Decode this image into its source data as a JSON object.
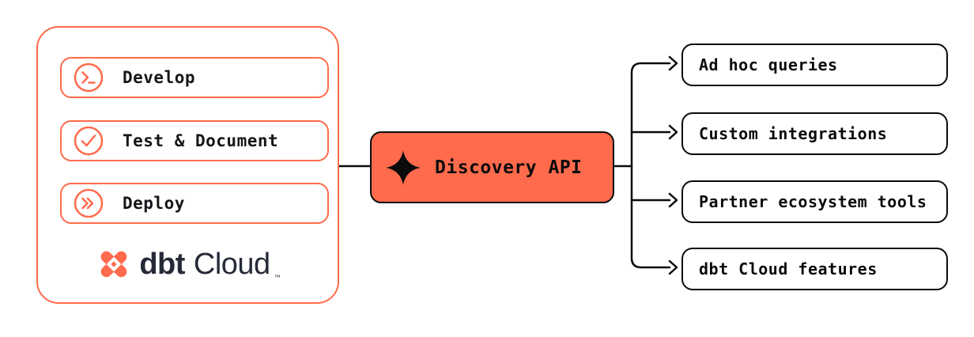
{
  "diagram": {
    "left_panel": {
      "items": [
        {
          "label": "Develop",
          "icon": "terminal-prompt-icon"
        },
        {
          "label": "Test & Document",
          "icon": "check-circle-icon"
        },
        {
          "label": "Deploy",
          "icon": "double-chevron-right-icon"
        }
      ],
      "logo": {
        "brand": "dbt",
        "product": "Cloud",
        "trademark": "™"
      }
    },
    "center_node": {
      "label": "Discovery API",
      "icon": "sparkle-icon"
    },
    "right_nodes": [
      {
        "label": "Ad hoc queries"
      },
      {
        "label": "Custom integrations"
      },
      {
        "label": "Partner ecosystem tools"
      },
      {
        "label": "dbt Cloud features"
      }
    ],
    "colors": {
      "accent_orange": "#FF6B4C",
      "line_black": "#0B0B0B",
      "logo_navy": "#262A38",
      "background": "#FFFFFF"
    }
  }
}
